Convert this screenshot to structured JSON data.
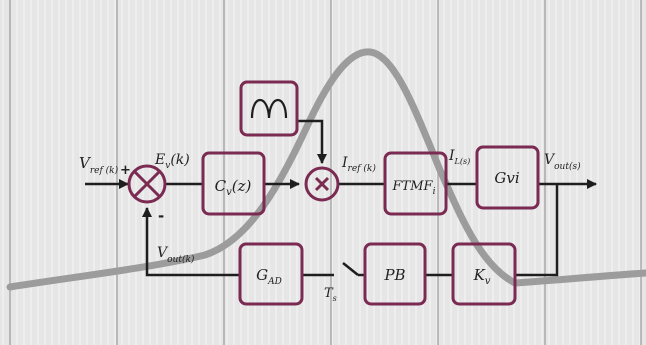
{
  "signals": {
    "vref": {
      "base": "V",
      "sub": "ref (k)"
    },
    "ev": {
      "base": "E",
      "sub": "v",
      "tail": "(k)"
    },
    "iref": {
      "base": "I",
      "sub": "ref (k)"
    },
    "il": {
      "base": "I",
      "sub": "L(s)"
    },
    "vout": {
      "base": "V",
      "sub": "out(s)"
    },
    "vfb": {
      "base": "V",
      "sub": "out(k)"
    },
    "ts": {
      "base": "T",
      "sub": "s"
    }
  },
  "signs": {
    "plus": "+",
    "minus": "-"
  },
  "blocks": {
    "cv": {
      "base": "C",
      "sub": "v",
      "tail": "(z)"
    },
    "ftmf": {
      "base": "FTMF",
      "sub": "i"
    },
    "gvi": {
      "base": "Gvi"
    },
    "gad": {
      "base": "G",
      "sub": "AD"
    },
    "pb": {
      "base": "PB"
    },
    "kv": {
      "base": "K",
      "sub": "v"
    }
  },
  "colors": {
    "block_stroke": "#7b2a52",
    "wire": "#1e1e1e",
    "curve": "#9a9a9a",
    "background": "#eaeaea",
    "stripe": "#f4f4f4",
    "grid_line": "#a8a8a8"
  },
  "icons": {
    "sum_junction": "circle-cross",
    "multiplier": "circle-cross",
    "rectified_sine": "double-hump-wave"
  }
}
